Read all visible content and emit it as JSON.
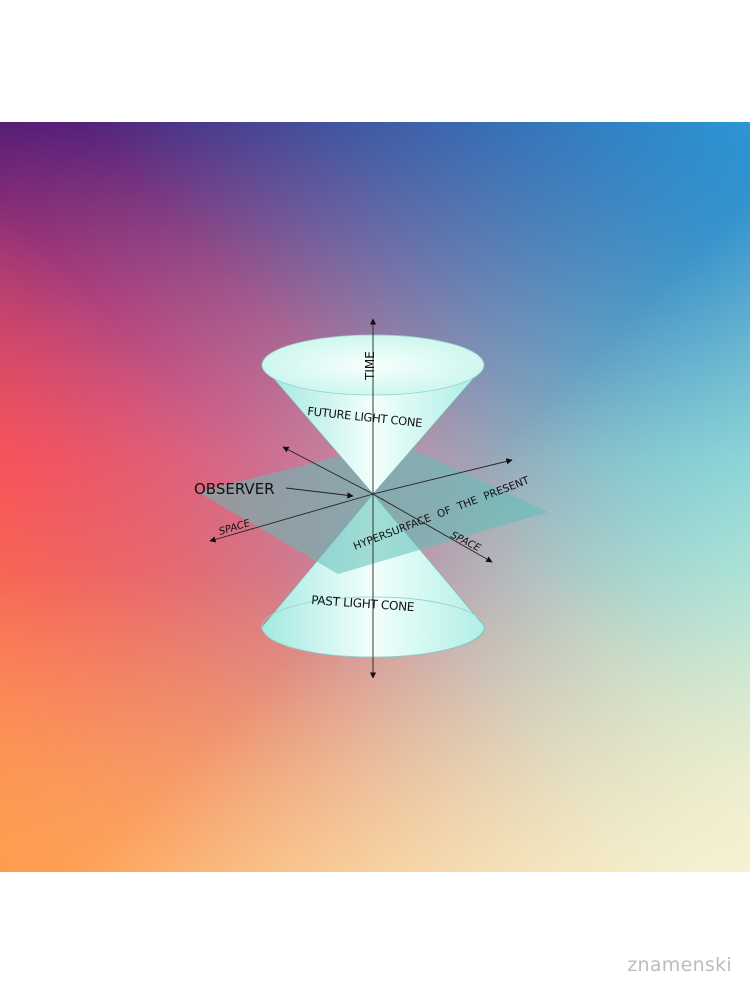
{
  "diagram": {
    "labels": {
      "time": "TIME",
      "future_cone": "FUTURE LIGHT CONE",
      "observer": "OBSERVER",
      "space_left": "SPACE",
      "space_right": "SPACE",
      "hypersurface": "HYPERSURFACE OF THE PRESENT",
      "past_cone": "PAST LIGHT CONE"
    },
    "colors": {
      "gradient_top_left": "#4a1272",
      "gradient_top_right": "#2a9bd8",
      "gradient_mid_left": "#f02a63",
      "gradient_mid_right": "#6fe6d8",
      "gradient_bottom_left": "#ff9a4a",
      "gradient_bottom_right": "#f6f3d6",
      "cone_fill": "#e6fbf6",
      "cone_rim": "#cffaf1",
      "plane_fill": "#5fc0b7"
    }
  },
  "watermark": "znamenski"
}
